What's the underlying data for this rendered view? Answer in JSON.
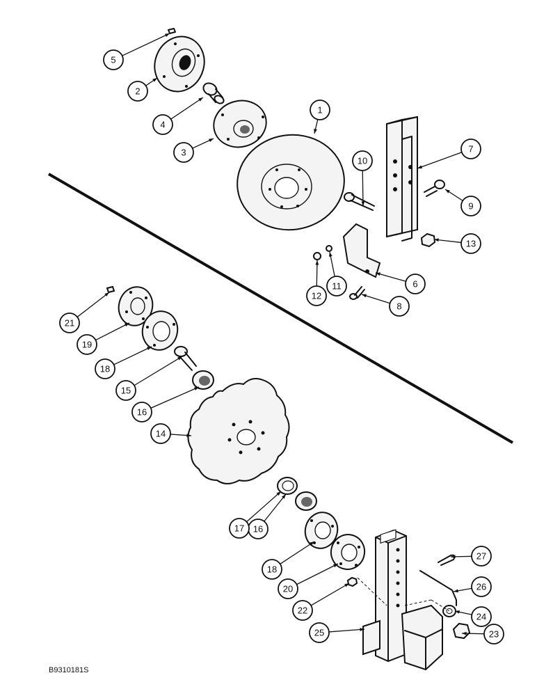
{
  "drawing": {
    "code": "B9310181S"
  },
  "callouts": [
    {
      "label": "1"
    },
    {
      "label": "2"
    },
    {
      "label": "3"
    },
    {
      "label": "4"
    },
    {
      "label": "5"
    },
    {
      "label": "6"
    },
    {
      "label": "7"
    },
    {
      "label": "8"
    },
    {
      "label": "9"
    },
    {
      "label": "10"
    },
    {
      "label": "11"
    },
    {
      "label": "12"
    },
    {
      "label": "13"
    },
    {
      "label": "14"
    },
    {
      "label": "15"
    },
    {
      "label": "16"
    },
    {
      "label": "16"
    },
    {
      "label": "17"
    },
    {
      "label": "18"
    },
    {
      "label": "18"
    },
    {
      "label": "19"
    },
    {
      "label": "20"
    },
    {
      "label": "21"
    },
    {
      "label": "22"
    },
    {
      "label": "23"
    },
    {
      "label": "24"
    },
    {
      "label": "25"
    },
    {
      "label": "26"
    },
    {
      "label": "27"
    }
  ]
}
